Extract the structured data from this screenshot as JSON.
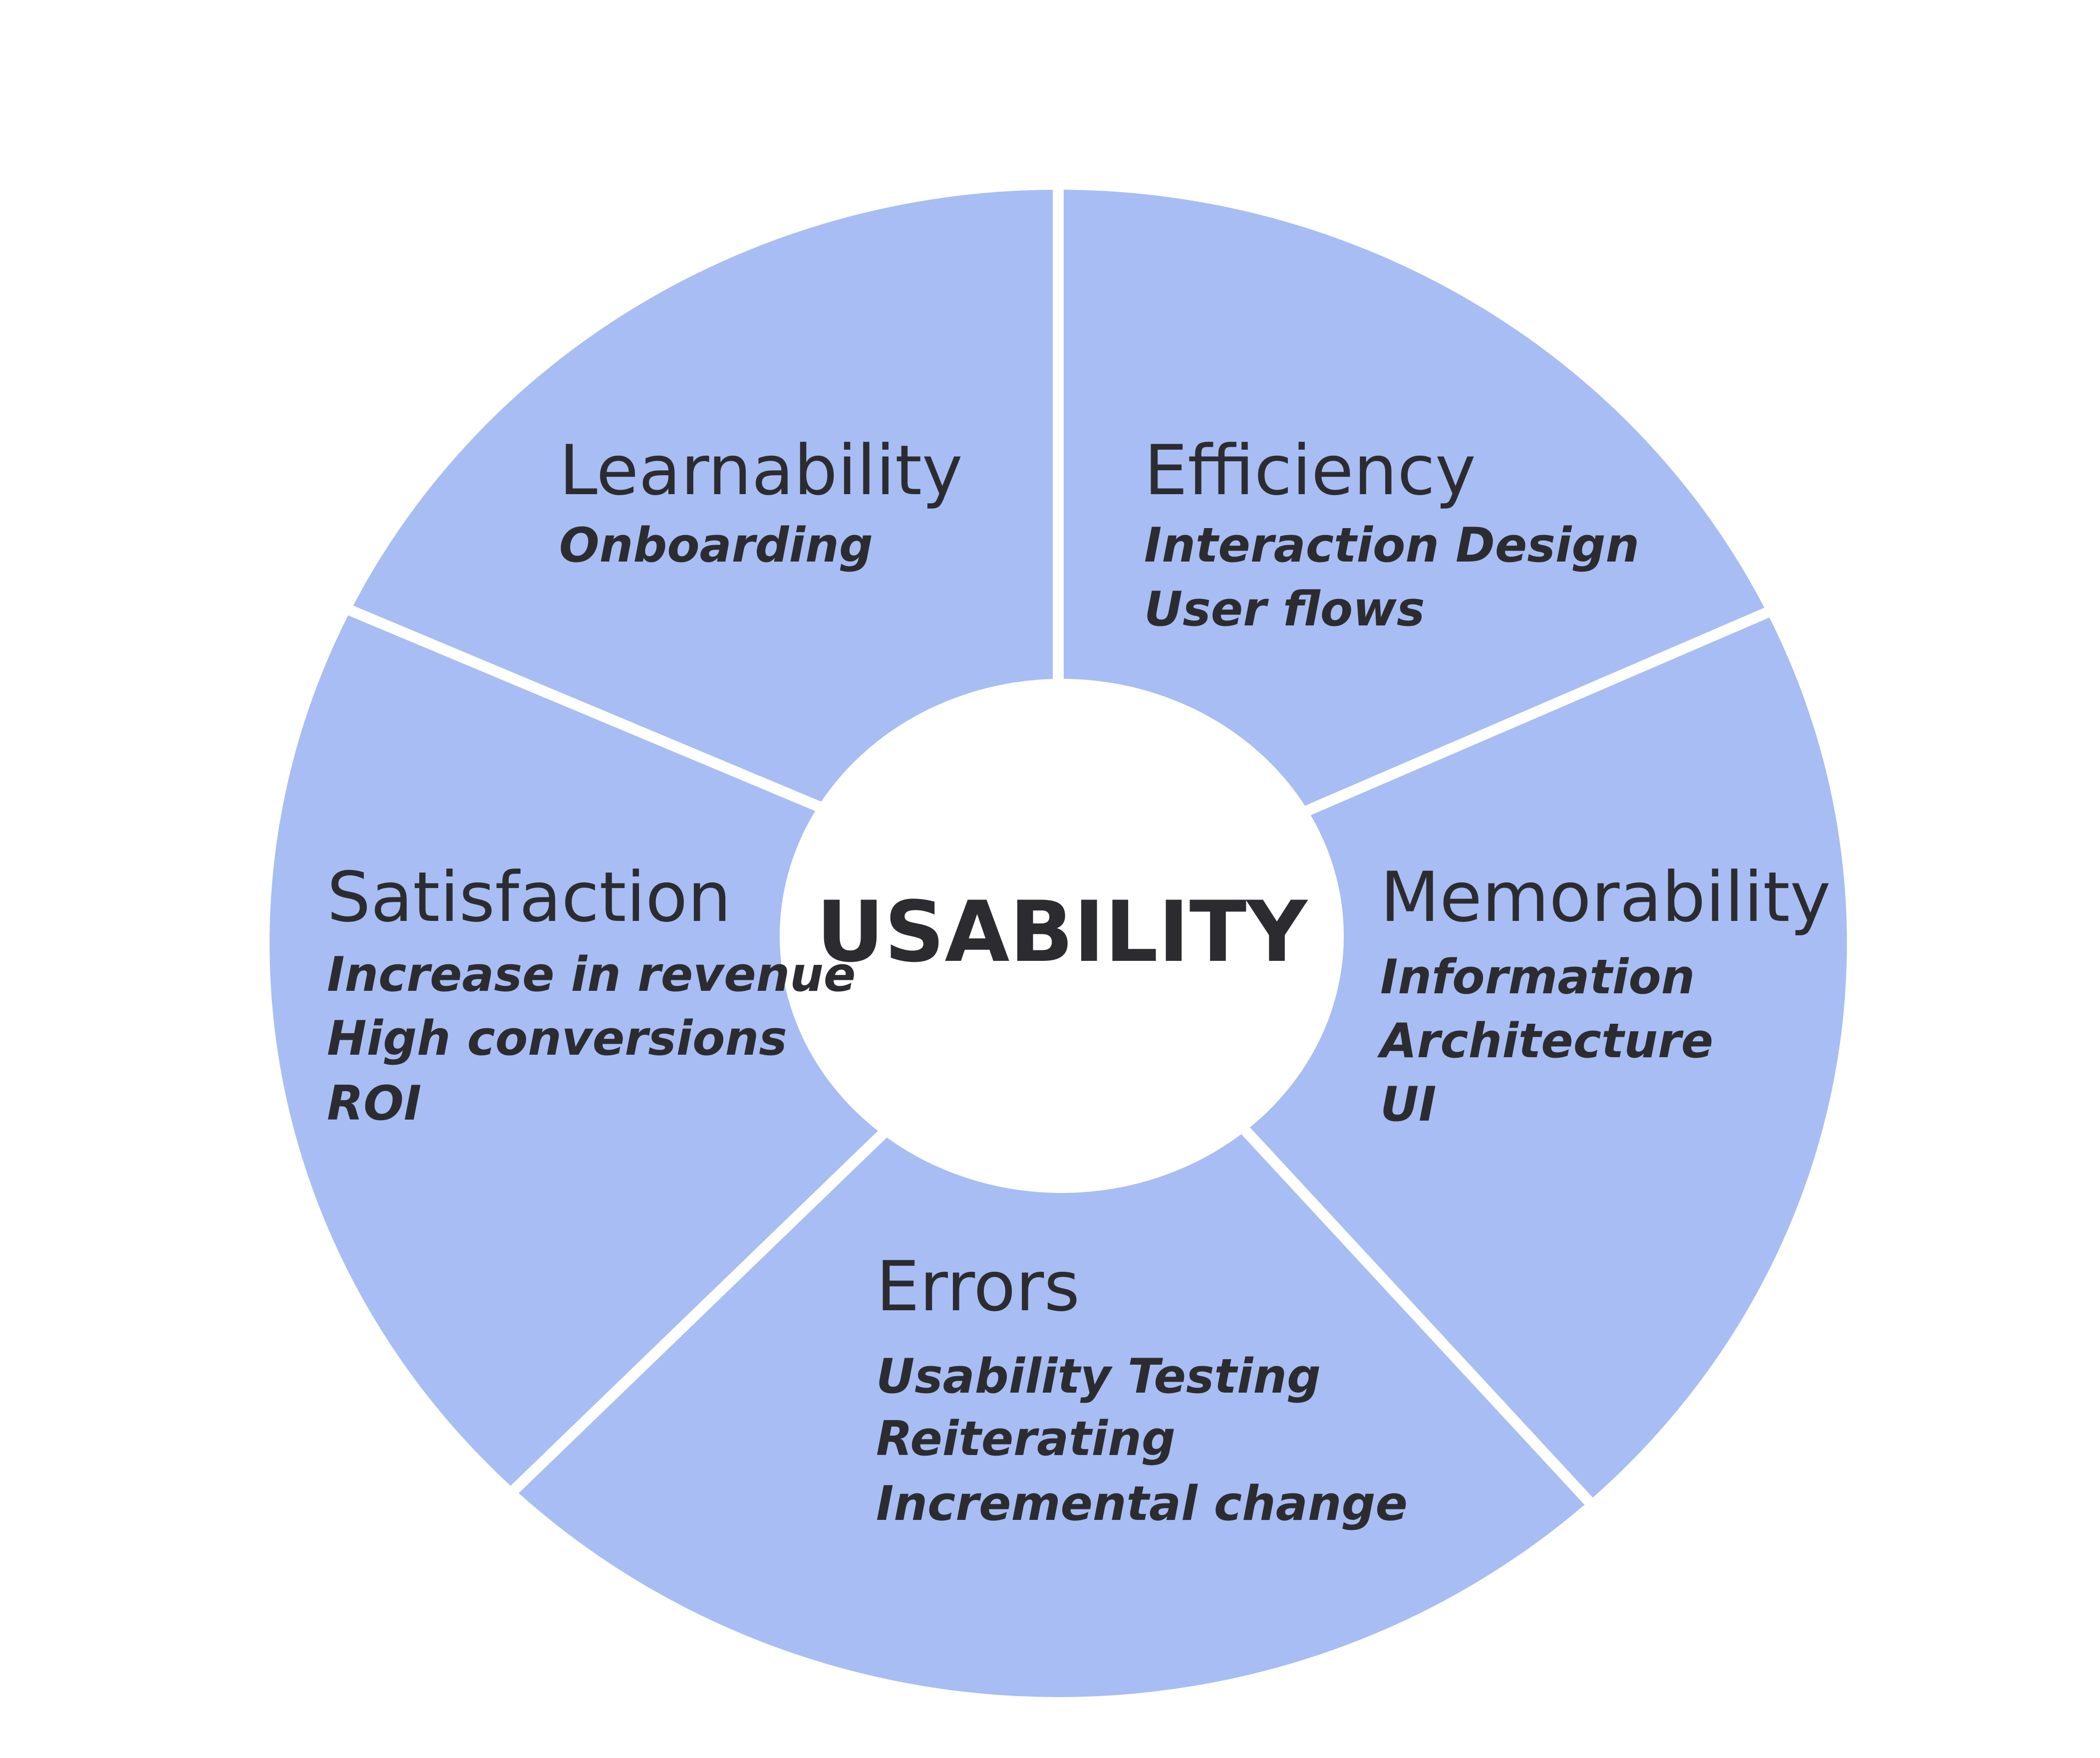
{
  "colors": {
    "segment_fill": "#a8bdf3",
    "divider": "#ffffff",
    "center_fill": "#ffffff",
    "text": "#2c2c30"
  },
  "center": {
    "label": "USABILITY"
  },
  "segments": [
    {
      "id": "learnability",
      "title": "Learnability",
      "items": [
        "Onboarding"
      ]
    },
    {
      "id": "efficiency",
      "title": "Efficiency",
      "items": [
        "Interaction Design",
        "User flows"
      ]
    },
    {
      "id": "memorability",
      "title": "Memorability",
      "items": [
        "Information",
        "Architecture",
        "UI"
      ]
    },
    {
      "id": "errors",
      "title": "Errors",
      "items": [
        "Usability Testing",
        "Reiterating",
        "Incremental change"
      ]
    },
    {
      "id": "satisfaction",
      "title": "Satisfaction",
      "items": [
        "Increase in revenue",
        "High conversions",
        "ROI"
      ]
    }
  ]
}
